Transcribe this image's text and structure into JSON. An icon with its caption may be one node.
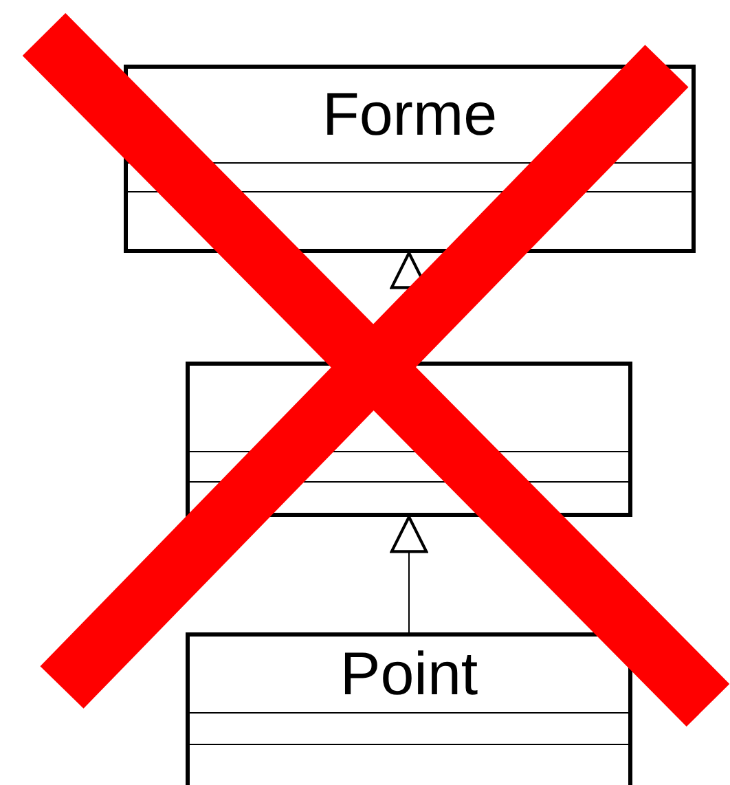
{
  "diagram": {
    "nodes": [
      {
        "text": [
          "Forme"
        ]
      },
      {
        "text": [],
        "shape": "box"
      },
      {
        "text": [
          "Point"
        ]
      }
    ],
    "edges": [
      {
        "from": 1,
        "to": 0,
        "arrow": "to"
      },
      {
        "from": 2,
        "to": 1,
        "arrow": "to"
      }
    ]
  }
}
